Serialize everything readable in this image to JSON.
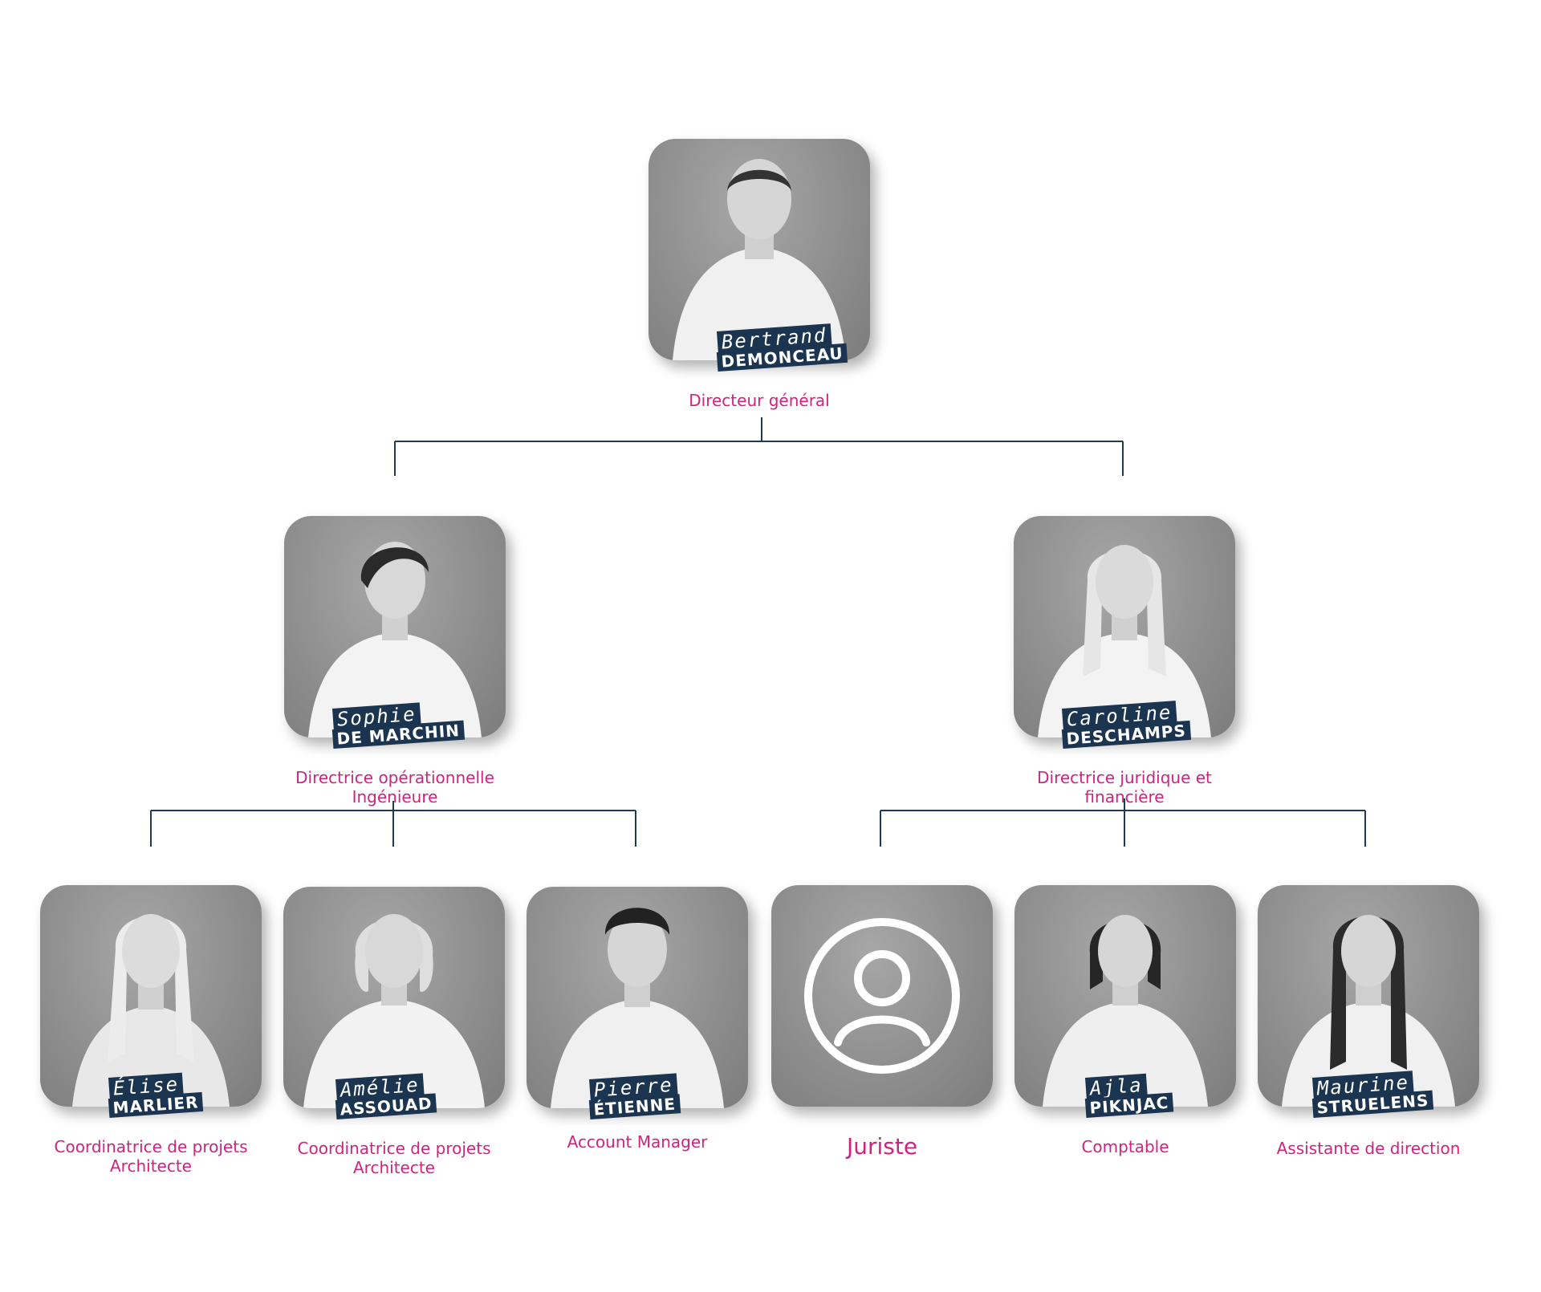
{
  "theme": {
    "name_tag_bg": "#1b3450",
    "role_color": "#d0237f",
    "connector_color": "#1f3a55",
    "photo_bg": "#8f8f8f"
  },
  "members": {
    "bertrand": {
      "first": "Bertrand",
      "last": "DEMONCEAU",
      "role": [
        "Directeur général"
      ]
    },
    "sophie": {
      "first": "Sophie",
      "last": "DE MARCHIN",
      "role": [
        "Directrice opérationnelle",
        "Ingénieure"
      ]
    },
    "caroline": {
      "first": "Caroline",
      "last": "DESCHAMPS",
      "role": [
        "Directrice juridique et",
        "financière"
      ]
    },
    "elise": {
      "first": "Élise",
      "last": "MARLIER",
      "role": [
        "Coordinatrice de projets",
        "Architecte"
      ]
    },
    "amelie": {
      "first": "Amélie",
      "last": "ASSOUAD",
      "role": [
        "Coordinatrice de projets",
        "Architecte"
      ]
    },
    "pierre": {
      "first": "Pierre",
      "last": "ÉTIENNE",
      "role": [
        "Account Manager"
      ]
    },
    "juriste": {
      "role": [
        "Juriste"
      ],
      "icon": "user-placeholder-icon"
    },
    "ajla": {
      "first": "Ajla",
      "last": "PIKNJAC",
      "role": [
        "Comptable"
      ]
    },
    "maurine": {
      "first": "Maurine",
      "last": "STRUELENS",
      "role": [
        "Assistante de direction"
      ]
    }
  }
}
